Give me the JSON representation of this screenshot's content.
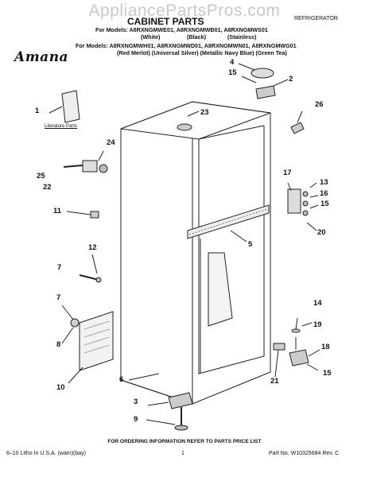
{
  "watermark": "AppliancePartsPros.com",
  "header": {
    "title": "CABINET PARTS",
    "subtitle": "REFRIGERATOR",
    "models_line1": "For Models: A8RXNGMWE01, A8RXNGMWB01, A8RXNGMWS01",
    "colors_line1": [
      "(White)",
      "(Black)",
      "(Stainless)"
    ],
    "models_line2": "For Models: A8RXNGMWH01, A8RXNGMWD01, A8RXNGMWN01, A8RXNGMWG01",
    "colors_line2": "(Red Merlot)    (Universal Silver) (Metallic Navy Blue)  (Green Tea)"
  },
  "brand": "Amana",
  "literature_label": "Literature Parts",
  "callouts": {
    "c1": "1",
    "c2": "2",
    "c3": "3",
    "c4": "4",
    "c5": "5",
    "c6": "6",
    "c7a": "7",
    "c7b": "7",
    "c8": "8",
    "c9": "9",
    "c10": "10",
    "c11": "11",
    "c12": "12",
    "c13": "13",
    "c14": "14",
    "c15a": "15",
    "c15b": "15",
    "c15c": "15",
    "c16": "16",
    "c17": "17",
    "c18": "18",
    "c19": "19",
    "c20": "20",
    "c21": "21",
    "c22": "22",
    "c23": "23",
    "c24": "24",
    "c25": "25",
    "c26": "26"
  },
  "footer": {
    "note": "FOR ORDERING INFORMATION REFER TO PARTS PRICE LIST",
    "left": "6–10 Litho In U.S.A. (wam)(bay)",
    "page": "1",
    "right": "Part No. W10325684 Rev. C"
  }
}
